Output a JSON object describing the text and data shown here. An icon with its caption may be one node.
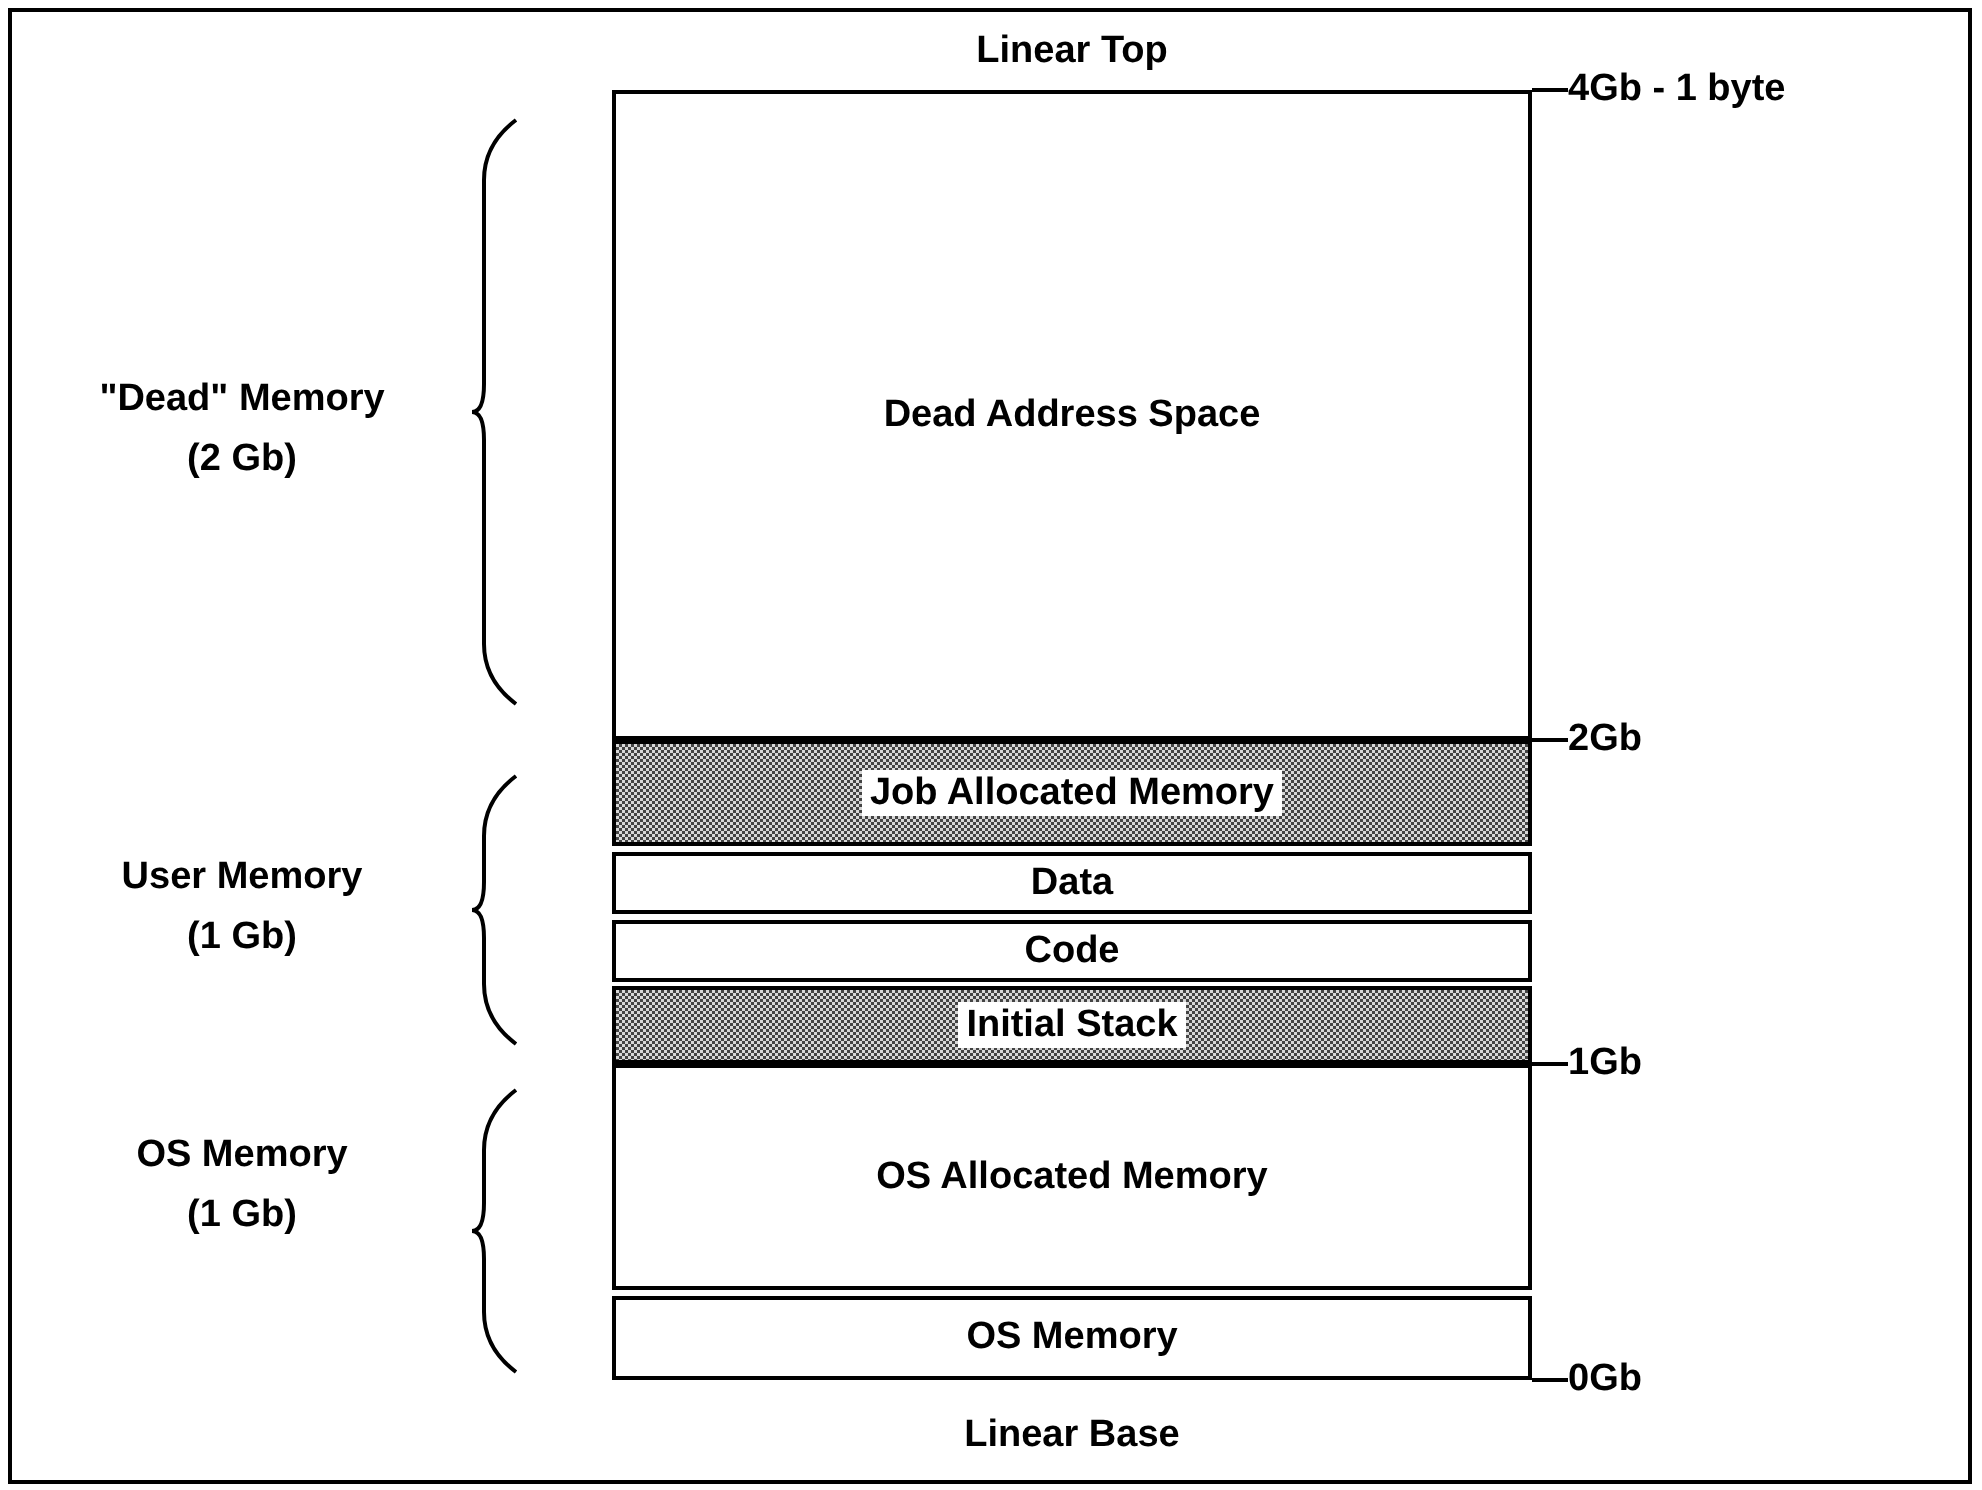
{
  "diagram": {
    "nodes": [
      {
        "text": [
          "Dead Address Space"
        ]
      },
      {
        "text": [
          "Job Allocated Memory"
        ]
      },
      {
        "text": [
          "Data"
        ]
      },
      {
        "text": [
          "Code"
        ]
      },
      {
        "text": [
          "Initial Stack"
        ]
      },
      {
        "text": [
          "OS Allocated Memory"
        ]
      },
      {
        "text": [
          "OS Memory"
        ]
      },
      {
        "text": [
          "4Gb - 1 byte"
        ]
      },
      {
        "text": [
          "2Gb"
        ]
      },
      {
        "text": [
          "1Gb"
        ]
      },
      {
        "text": [
          "0Gb"
        ]
      }
    ],
    "edges": [
      {
        "from": 7,
        "to": 0,
        "arrow": "none"
      },
      {
        "from": 8,
        "to": 1,
        "arrow": "none"
      },
      {
        "from": 9,
        "to": 4,
        "arrow": "none"
      },
      {
        "from": 10,
        "to": 6,
        "arrow": "none"
      }
    ],
    "labels": [
      "Linear Top",
      "\"Dead\" Memory",
      "(2 Gb)",
      "User Memory",
      "(1 Gb)",
      "OS Memory",
      "(1 Gb)",
      "Linear Base"
    ]
  }
}
